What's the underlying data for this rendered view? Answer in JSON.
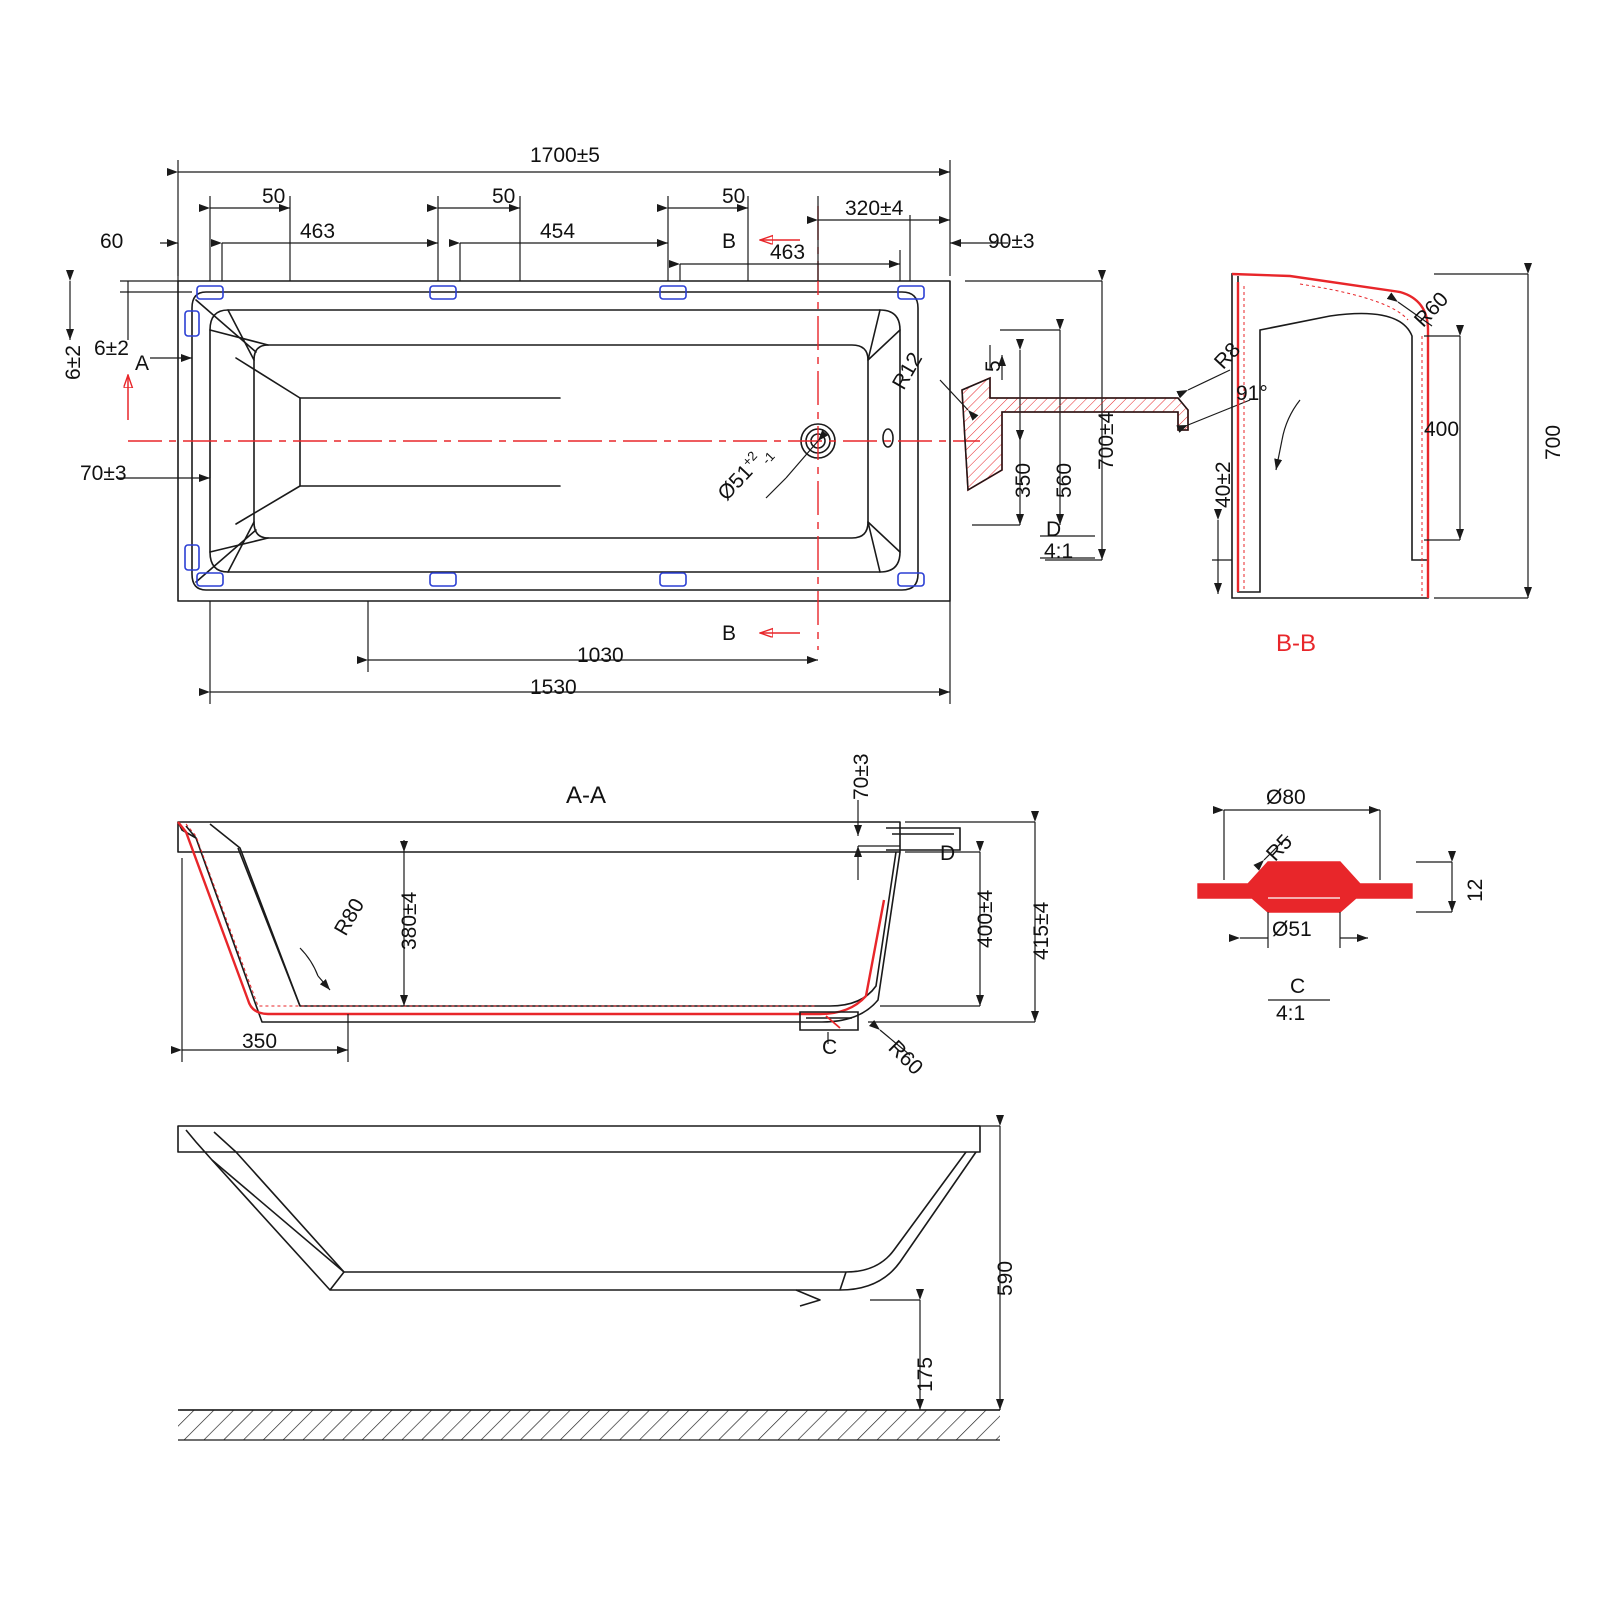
{
  "drawing": {
    "title": "Bathtub technical drawing",
    "colors": {
      "line": "#1a1a1a",
      "accent_red": "#e8262a",
      "anchor_blue": "#2b3fd4"
    },
    "views": {
      "top": {
        "name": "top-view"
      },
      "section_aa": {
        "label": "A-A"
      },
      "section_bb": {
        "label": "B-B"
      },
      "detail_c": {
        "label": "C",
        "scale": "4:1"
      },
      "detail_d": {
        "label": "D",
        "scale": "4:1"
      },
      "front": {
        "name": "front-view"
      }
    },
    "dimensions": {
      "top": [
        "1700±5",
        "50",
        "50",
        "50",
        "320±4",
        "463",
        "454",
        "463",
        "60",
        "90±3",
        "6±2",
        "6±2",
        "70±3",
        "1030",
        "1530",
        "Ø51",
        "R12",
        "5",
        "350",
        "560",
        "700±4"
      ],
      "section_bb": [
        "R60",
        "R8",
        "91°",
        "400",
        "700",
        "40±2"
      ],
      "section_aa": [
        "70±3",
        "380±4",
        "400±4",
        "415±4",
        "350",
        "R80",
        "R60"
      ],
      "detail_c": [
        "Ø80",
        "R5",
        "Ø51",
        "12"
      ],
      "front": [
        "590",
        "175"
      ]
    },
    "labels": {
      "d1700": "1700±5",
      "d50a": "50",
      "d50b": "50",
      "d50c": "50",
      "d320": "320±4",
      "d463a": "463",
      "d454": "454",
      "d463b": "463",
      "d60": "60",
      "d90": "90±3",
      "d6a": "6±2",
      "d6b": "6±2",
      "d70_top": "70±3",
      "d1030": "1030",
      "d1530": "1530",
      "dia51": "Ø51",
      "dia51_sup": "+2",
      "dia51_sub": "-1",
      "r12": "R12",
      "five": "5",
      "d350_top": "350",
      "d560": "560",
      "d700_4": "700±4",
      "letter_a_left": "A",
      "letter_b_top": "B",
      "letter_b_bottom": "B",
      "letter_d_top": "D",
      "scale_d": "4:1",
      "bb_title": "B-B",
      "r60_bb": "R60",
      "r8_bb": "R8",
      "ang91": "91°",
      "d400_bb": "400",
      "d700_bb": "700",
      "d40_bb": "40±2",
      "aa_title": "A-A",
      "d70_aa": "70±3",
      "d380": "380±4",
      "d400_aa": "400±4",
      "d415": "415±4",
      "d350_aa": "350",
      "r80": "R80",
      "r60_aa": "R60",
      "letter_c_aa": "C",
      "letter_d_aa": "D",
      "dia80": "Ø80",
      "r5": "R5",
      "dia51_c": "Ø51",
      "d12": "12",
      "c_title": "C",
      "c_scale": "4:1",
      "d590": "590",
      "d175": "175"
    }
  }
}
